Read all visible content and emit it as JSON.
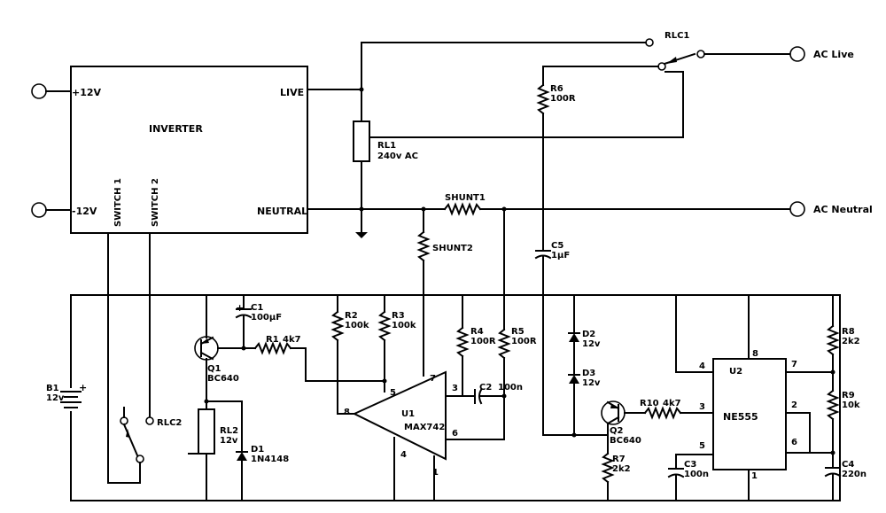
{
  "terminals": {
    "plus12": "+12V",
    "minus12": "-12V",
    "ac_live": "AC Live",
    "ac_neutral": "AC Neutral"
  },
  "inverter": {
    "title": "INVERTER",
    "live": "LIVE",
    "neutral": "NEUTRAL",
    "switch1": "SWITCH 1",
    "switch2": "SWITCH 2"
  },
  "components": {
    "rlc1": "RLC1",
    "rlc2": "RLC2",
    "rl1": "RL1",
    "rl1_val": "240v AC",
    "rl2": "RL2",
    "rl2_val": "12v",
    "r6": "R6",
    "r6_val": "100R",
    "shunt1": "SHUNT1",
    "shunt2": "SHUNT2",
    "c5": "C5",
    "c5_val": "1µF",
    "b1": "B1",
    "b1_val": "12v",
    "b1_plus": "+",
    "c1": "C1",
    "c1_val": "100µF",
    "c1_plus": "+",
    "q1": "Q1",
    "q1_val": "BC640",
    "r1": "R1",
    "r1_val": "4k7",
    "d1": "D1",
    "d1_val": "1N4148",
    "r2": "R2",
    "r2_val": "100k",
    "r3": "R3",
    "r3_val": "100k",
    "u1": "U1",
    "u1_val": "MAX742",
    "r4": "R4",
    "r4_val": "100R",
    "r5": "R5",
    "r5_val": "100R",
    "c2": "C2",
    "c2_val": "100n",
    "d2": "D2",
    "d2_val": "12v",
    "d3": "D3",
    "d3_val": "12v",
    "q2": "Q2",
    "q2_val": "BC640",
    "r10": "R10",
    "r10_val": "4k7",
    "r7": "R7",
    "r7_val": "2k2",
    "c3": "C3",
    "c3_val": "100n",
    "u2": "U2",
    "u2_val": "NE555",
    "r8": "R8",
    "r8_val": "2k2",
    "r9": "R9",
    "r9_val": "10k",
    "c4": "C4",
    "c4_val": "220n"
  },
  "pins": {
    "u1_p8": "8",
    "u1_p5": "5",
    "u1_p7": "7",
    "u1_p3": "3",
    "u1_p6": "6",
    "u1_p4": "4",
    "u1_p1": "1",
    "u2_p4": "4",
    "u2_p8": "8",
    "u2_p7": "7",
    "u2_p3": "3",
    "u2_p2": "2",
    "u2_p5": "5",
    "u2_p6": "6",
    "u2_p1": "1"
  }
}
